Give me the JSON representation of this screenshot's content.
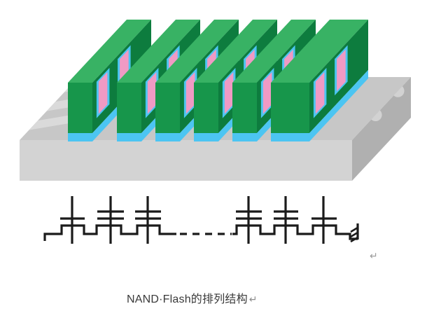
{
  "caption": {
    "text": "NAND·Flash的排列结构",
    "return_mark": "↵"
  },
  "margin_return_mark": "↵",
  "diagram_3d": {
    "wordline_count": 6,
    "cell_rows_per_gap": 2,
    "stripe_count": 3,
    "trench_notch_count": 2,
    "colors": {
      "wordline_top": "#38b264",
      "wordline_front": "#17964b",
      "wordline_side": "#0d7c3e",
      "oxide_layer": "#4cc5f2",
      "floating_gate": "#f09ac4",
      "substrate_top": "#c7c7c7",
      "substrate_stripe": "#dadada",
      "substrate_front": "#d3d3d3",
      "substrate_side": "#b0b0b0",
      "trench_end": "#d2d2d2"
    }
  },
  "schematic": {
    "line_color": "#1b1b1b",
    "has_dashed_break": true,
    "transistors": [
      {
        "type": "select-gate",
        "bars": 1
      },
      {
        "type": "floating-gate-cell",
        "bars": 2
      },
      {
        "type": "floating-gate-cell",
        "bars": 2
      },
      {
        "type": "floating-gate-cell",
        "bars": 2
      },
      {
        "type": "floating-gate-cell",
        "bars": 2
      },
      {
        "type": "select-gate",
        "bars": 1
      }
    ]
  }
}
